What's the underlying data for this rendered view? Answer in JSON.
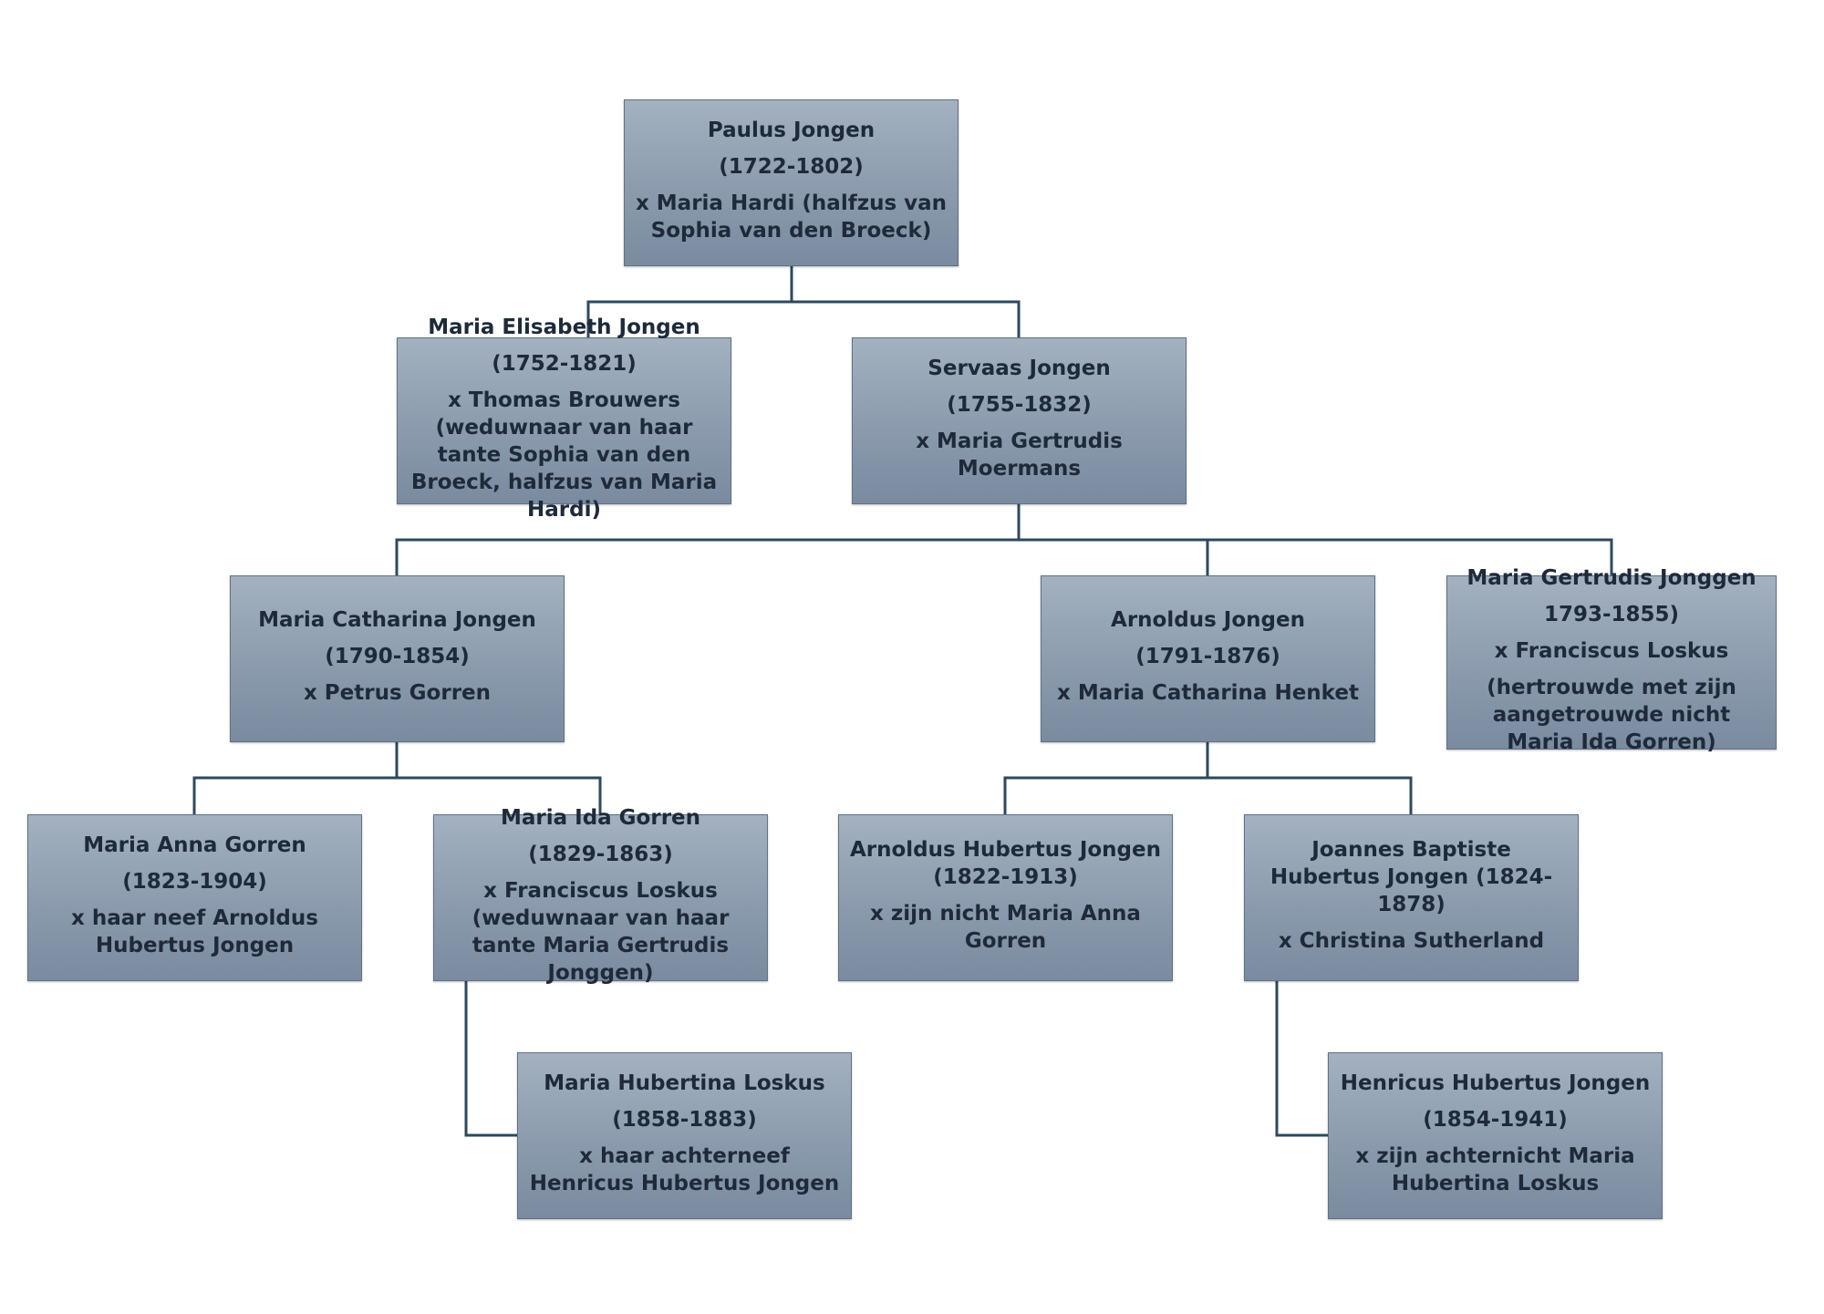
{
  "colors": {
    "connector": "#2c4a5c",
    "box_top": "#a3b1c0",
    "box_bottom": "#7a8ba0",
    "box_border": "#5f7287",
    "text": "#1e2a3a"
  },
  "persons": [
    {
      "id": "paulus",
      "name": "Paulus Jongen",
      "years": "(1722-1802)",
      "spouse": "x Maria Hardi (halfzus van Sophia van den Broeck)",
      "note": ""
    },
    {
      "id": "maria-elisabeth",
      "name": "Maria Elisabeth Jongen",
      "years": "(1752-1821)",
      "spouse": "x Thomas Brouwers (weduwnaar van haar tante Sophia van den Broeck, halfzus van Maria Hardi)",
      "note": ""
    },
    {
      "id": "servaas",
      "name": "Servaas Jongen",
      "years": "(1755-1832)",
      "spouse": "x Maria Gertrudis Moermans",
      "note": ""
    },
    {
      "id": "maria-catharina",
      "name": "Maria Catharina Jongen",
      "years": "(1790-1854)",
      "spouse": "x Petrus Gorren",
      "note": ""
    },
    {
      "id": "arnoldus",
      "name": "Arnoldus Jongen",
      "years": "(1791-1876)",
      "spouse": "x Maria Catharina Henket",
      "note": ""
    },
    {
      "id": "maria-gertrudis",
      "name": "Maria Gertrudis Jonggen",
      "years": "1793-1855)",
      "spouse": "x Franciscus Loskus",
      "note": "(hertrouwde met zijn aangetrouwde nicht Maria Ida Gorren)"
    },
    {
      "id": "maria-anna",
      "name": "Maria Anna Gorren",
      "years": "(1823-1904)",
      "spouse": "x haar neef Arnoldus Hubertus Jongen",
      "note": ""
    },
    {
      "id": "maria-ida",
      "name": "Maria Ida Gorren",
      "years": "(1829-1863)",
      "spouse": "x Franciscus Loskus (weduwnaar van haar tante Maria Gertrudis Jonggen)",
      "note": ""
    },
    {
      "id": "arnoldus-hubertus",
      "name": "Arnoldus Hubertus Jongen (1822-1913)",
      "years": "",
      "spouse": "x zijn nicht Maria Anna Gorren",
      "note": ""
    },
    {
      "id": "joannes-baptiste",
      "name": "Joannes Baptiste Hubertus Jongen (1824-1878)",
      "years": "",
      "spouse": "x Christina Sutherland",
      "note": ""
    },
    {
      "id": "maria-hubertina",
      "name": "Maria Hubertina Loskus",
      "years": "(1858-1883)",
      "spouse": "x haar achterneef Henricus Hubertus Jongen",
      "note": ""
    },
    {
      "id": "henricus",
      "name": "Henricus Hubertus Jongen",
      "years": "(1854-1941)",
      "spouse": "x zijn achternicht Maria Hubertina Loskus",
      "note": ""
    }
  ],
  "relations": [
    {
      "parent": "paulus",
      "child": "maria-elisabeth"
    },
    {
      "parent": "paulus",
      "child": "servaas"
    },
    {
      "parent": "servaas",
      "child": "maria-catharina"
    },
    {
      "parent": "servaas",
      "child": "arnoldus"
    },
    {
      "parent": "servaas",
      "child": "maria-gertrudis"
    },
    {
      "parent": "maria-catharina",
      "child": "maria-anna"
    },
    {
      "parent": "maria-catharina",
      "child": "maria-ida"
    },
    {
      "parent": "arnoldus",
      "child": "arnoldus-hubertus"
    },
    {
      "parent": "arnoldus",
      "child": "joannes-baptiste"
    },
    {
      "parent": "maria-ida",
      "child": "maria-hubertina"
    },
    {
      "parent": "joannes-baptiste",
      "child": "henricus"
    }
  ]
}
